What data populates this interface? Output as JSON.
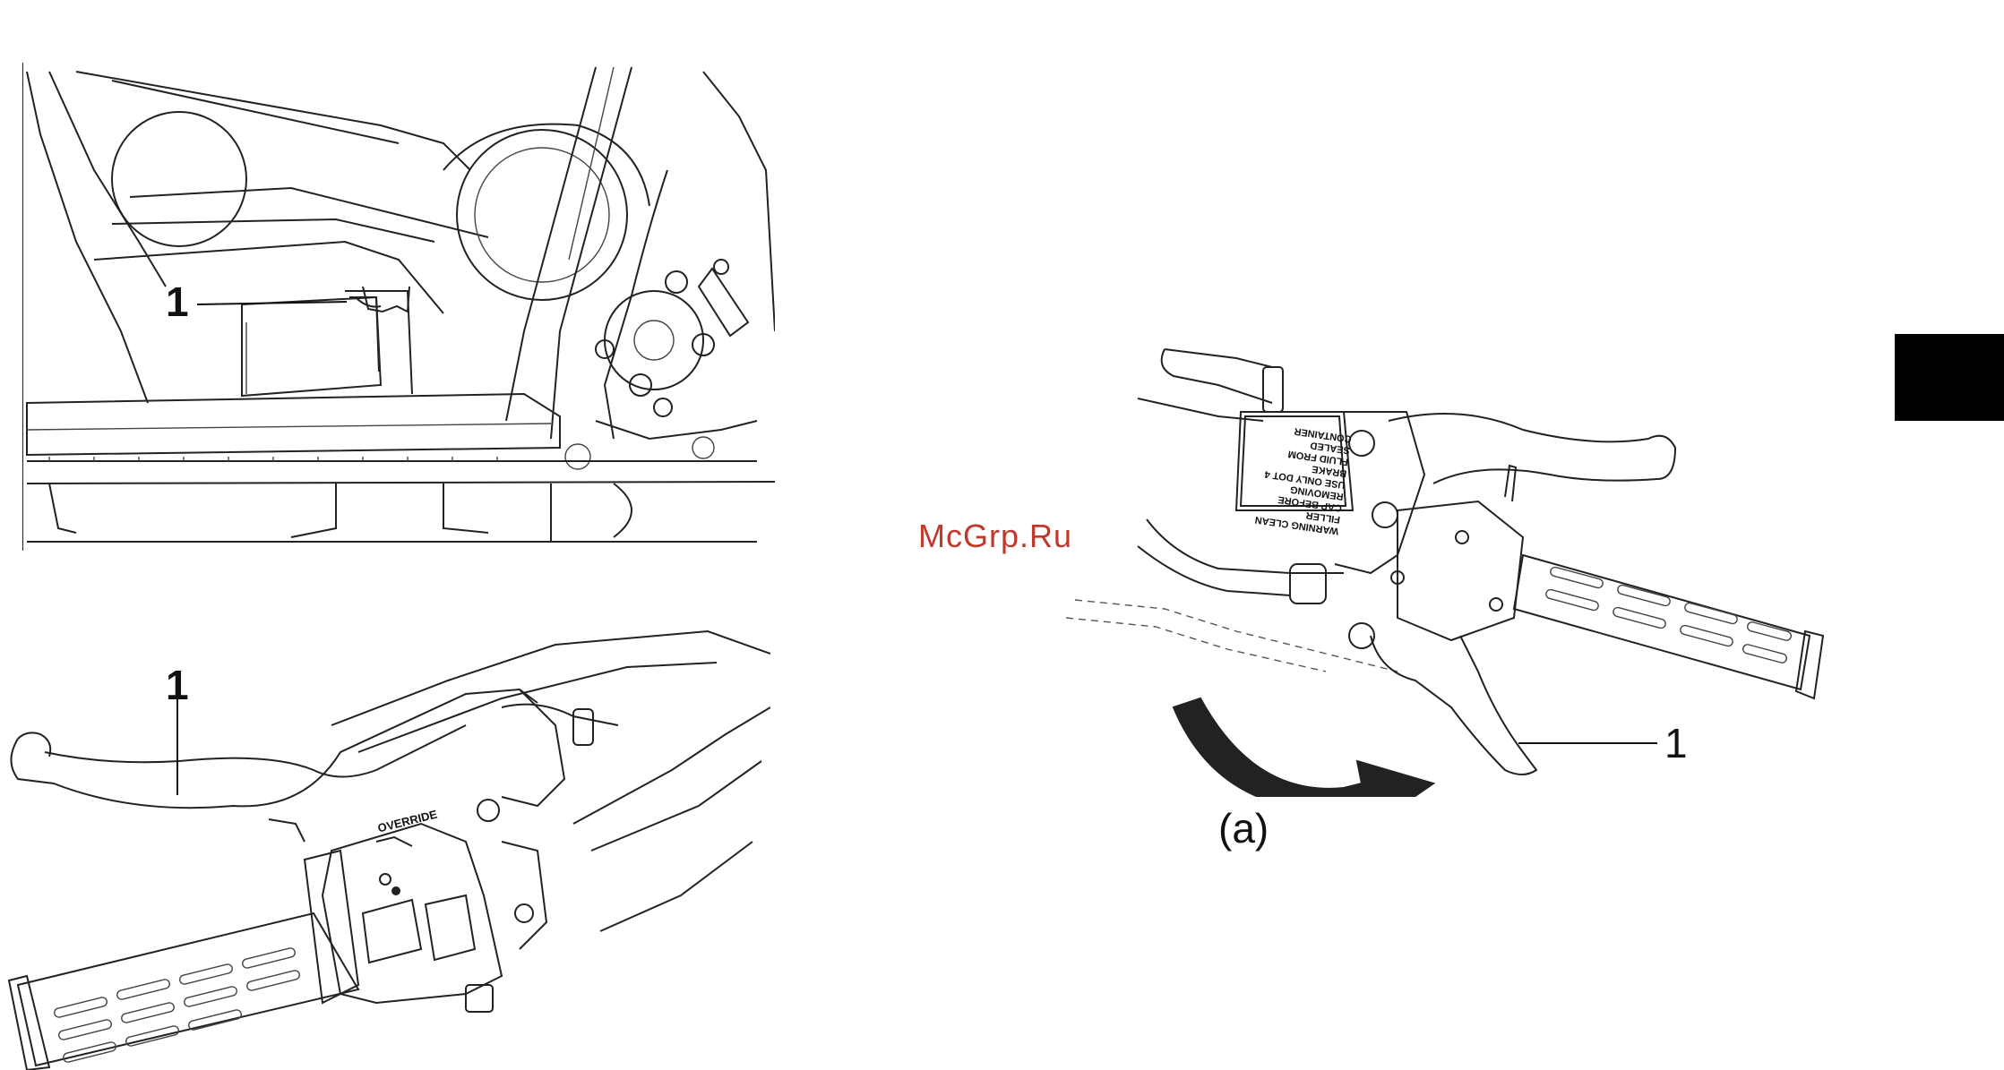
{
  "figure_top": {
    "callout": "1"
  },
  "figure_bottom": {
    "callout": "1",
    "switch_label": "OVERRIDE"
  },
  "figure_right": {
    "callout": "1",
    "caption": "(a)",
    "reservoir_label_lines": [
      "WARNING   CLEAN FILLER",
      "CAP BEFORE REMOVING",
      "USE ONLY DOT 4 BRAKE",
      "FLUID FROM SEALED CONTAINER"
    ]
  },
  "watermark": "McGrp.Ru",
  "colors": {
    "watermark": "#c0392b",
    "line": "#222222",
    "tab": "#000000"
  }
}
